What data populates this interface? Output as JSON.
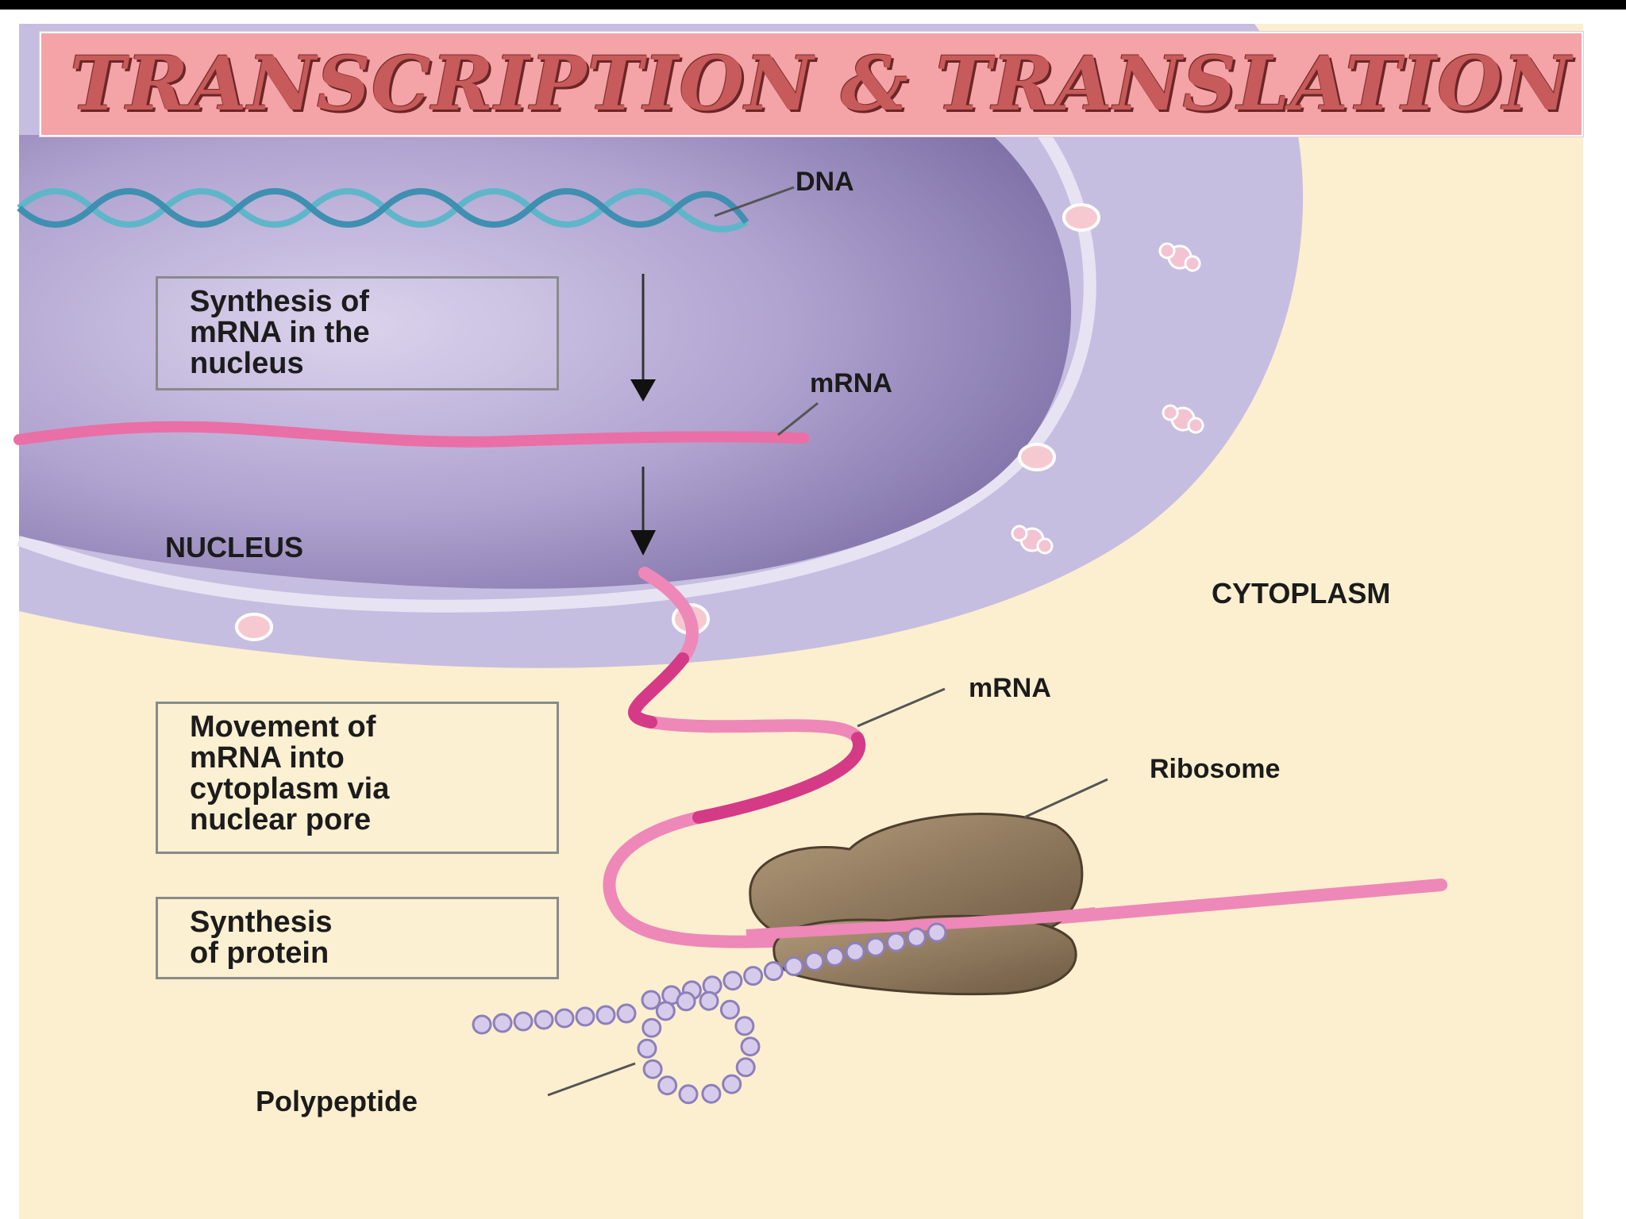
{
  "title": "TRANSCRIPTION & TRANSLATION",
  "labels": {
    "dna": "DNA",
    "mrna_nucleus": "mRNA",
    "nucleus": "NUCLEUS",
    "cytoplasm": "CYTOPLASM",
    "mrna_cytoplasm": "mRNA",
    "ribosome": "Ribosome",
    "polypeptide": "Polypeptide"
  },
  "steps": [
    "Synthesis of\nmRNA in the\nnucleus",
    "Movement of\nmRNA into\ncytoplasm via\nnuclear pore",
    "Synthesis\nof protein"
  ],
  "colors": {
    "title_banner": "#f4a3a6",
    "title_text": "#c75a5a",
    "cytoplasm": "#fcefcf",
    "nucleus": "#9e8fc0",
    "nuclear_envelope": "#c6bee0",
    "mrna": "#ea6fa8",
    "dna": "#5fb6c9",
    "ribosome": "#8a7359",
    "polypeptide": "#c4b6e0"
  }
}
